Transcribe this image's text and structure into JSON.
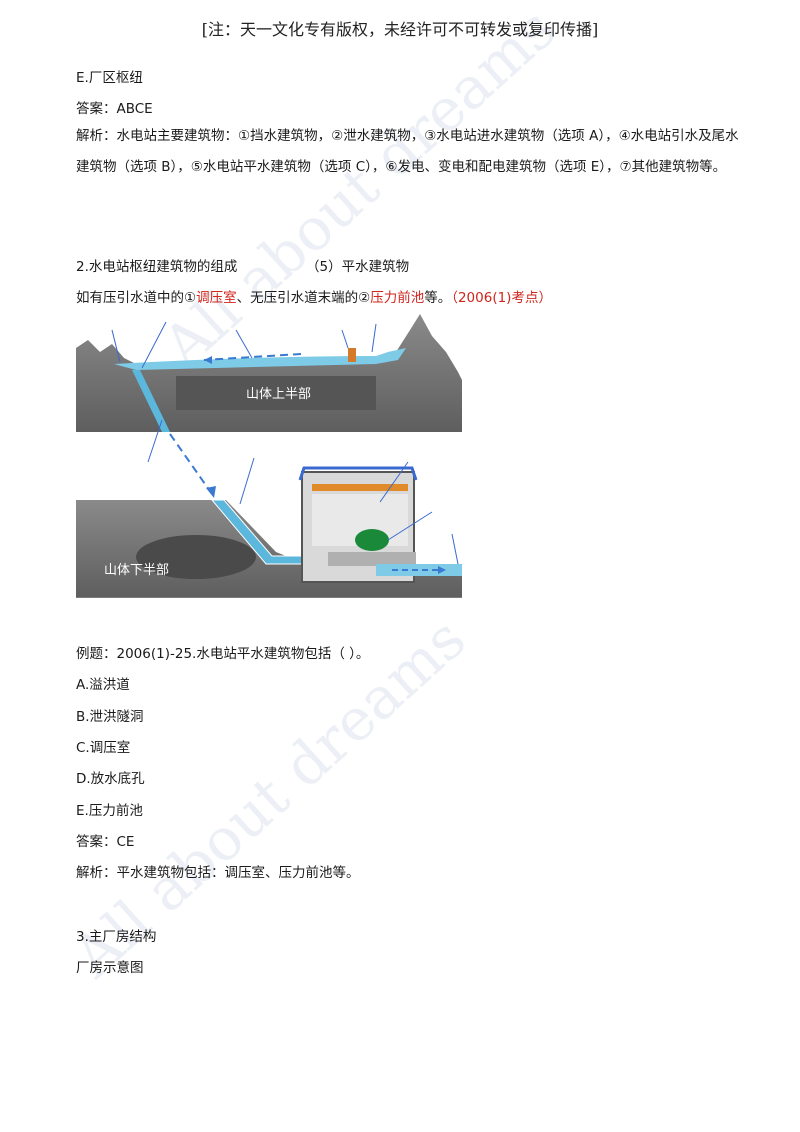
{
  "header": "[注：天一文化专有版权，未经许可不可转发或复印传播]",
  "watermark": "All about dreams",
  "section1": {
    "option_e": "E.厂区枢纽",
    "answer": "答案：ABCE",
    "analysis": "解析：水电站主要建筑物：①挡水建筑物，②泄水建筑物，③水电站进水建筑物（选项 A），④水电站引水及尾水建筑物（选项 B），⑤水电站平水建筑物（选项 C），⑥发电、变电和配电建筑物（选项 E），⑦其他建筑物等。"
  },
  "section2": {
    "title": "2.水电站枢纽建筑物的组成",
    "subtitle": "（5）平水建筑物",
    "desc_prefix": "如有压引水道中的①",
    "desc_red1": "调压室",
    "desc_mid": "、无压引水道末端的②",
    "desc_red2": "压力前池",
    "desc_suffix": "等。",
    "desc_note": "（2006(1)考点）",
    "figure": {
      "upper_label": "山体上半部",
      "lower_label": "山体下半部"
    }
  },
  "example": {
    "question": "例题：2006(1)-25.水电站平水建筑物包括（    ）。",
    "options": [
      "A.溢洪道",
      "B.泄洪隧洞",
      "C.调压室",
      "D.放水底孔",
      "E.压力前池"
    ],
    "answer": "答案：CE",
    "analysis": "解析：平水建筑物包括：调压室、压力前池等。"
  },
  "section3": {
    "title": "3.主厂房结构",
    "subtitle": "厂房示意图"
  },
  "colors": {
    "highlight": "#d0251c",
    "water": "#7ecbe8",
    "rock": "#707070",
    "pipe": "#5bb8dc",
    "turbine": "#1a8a3a",
    "beam": "#e08a2a"
  }
}
